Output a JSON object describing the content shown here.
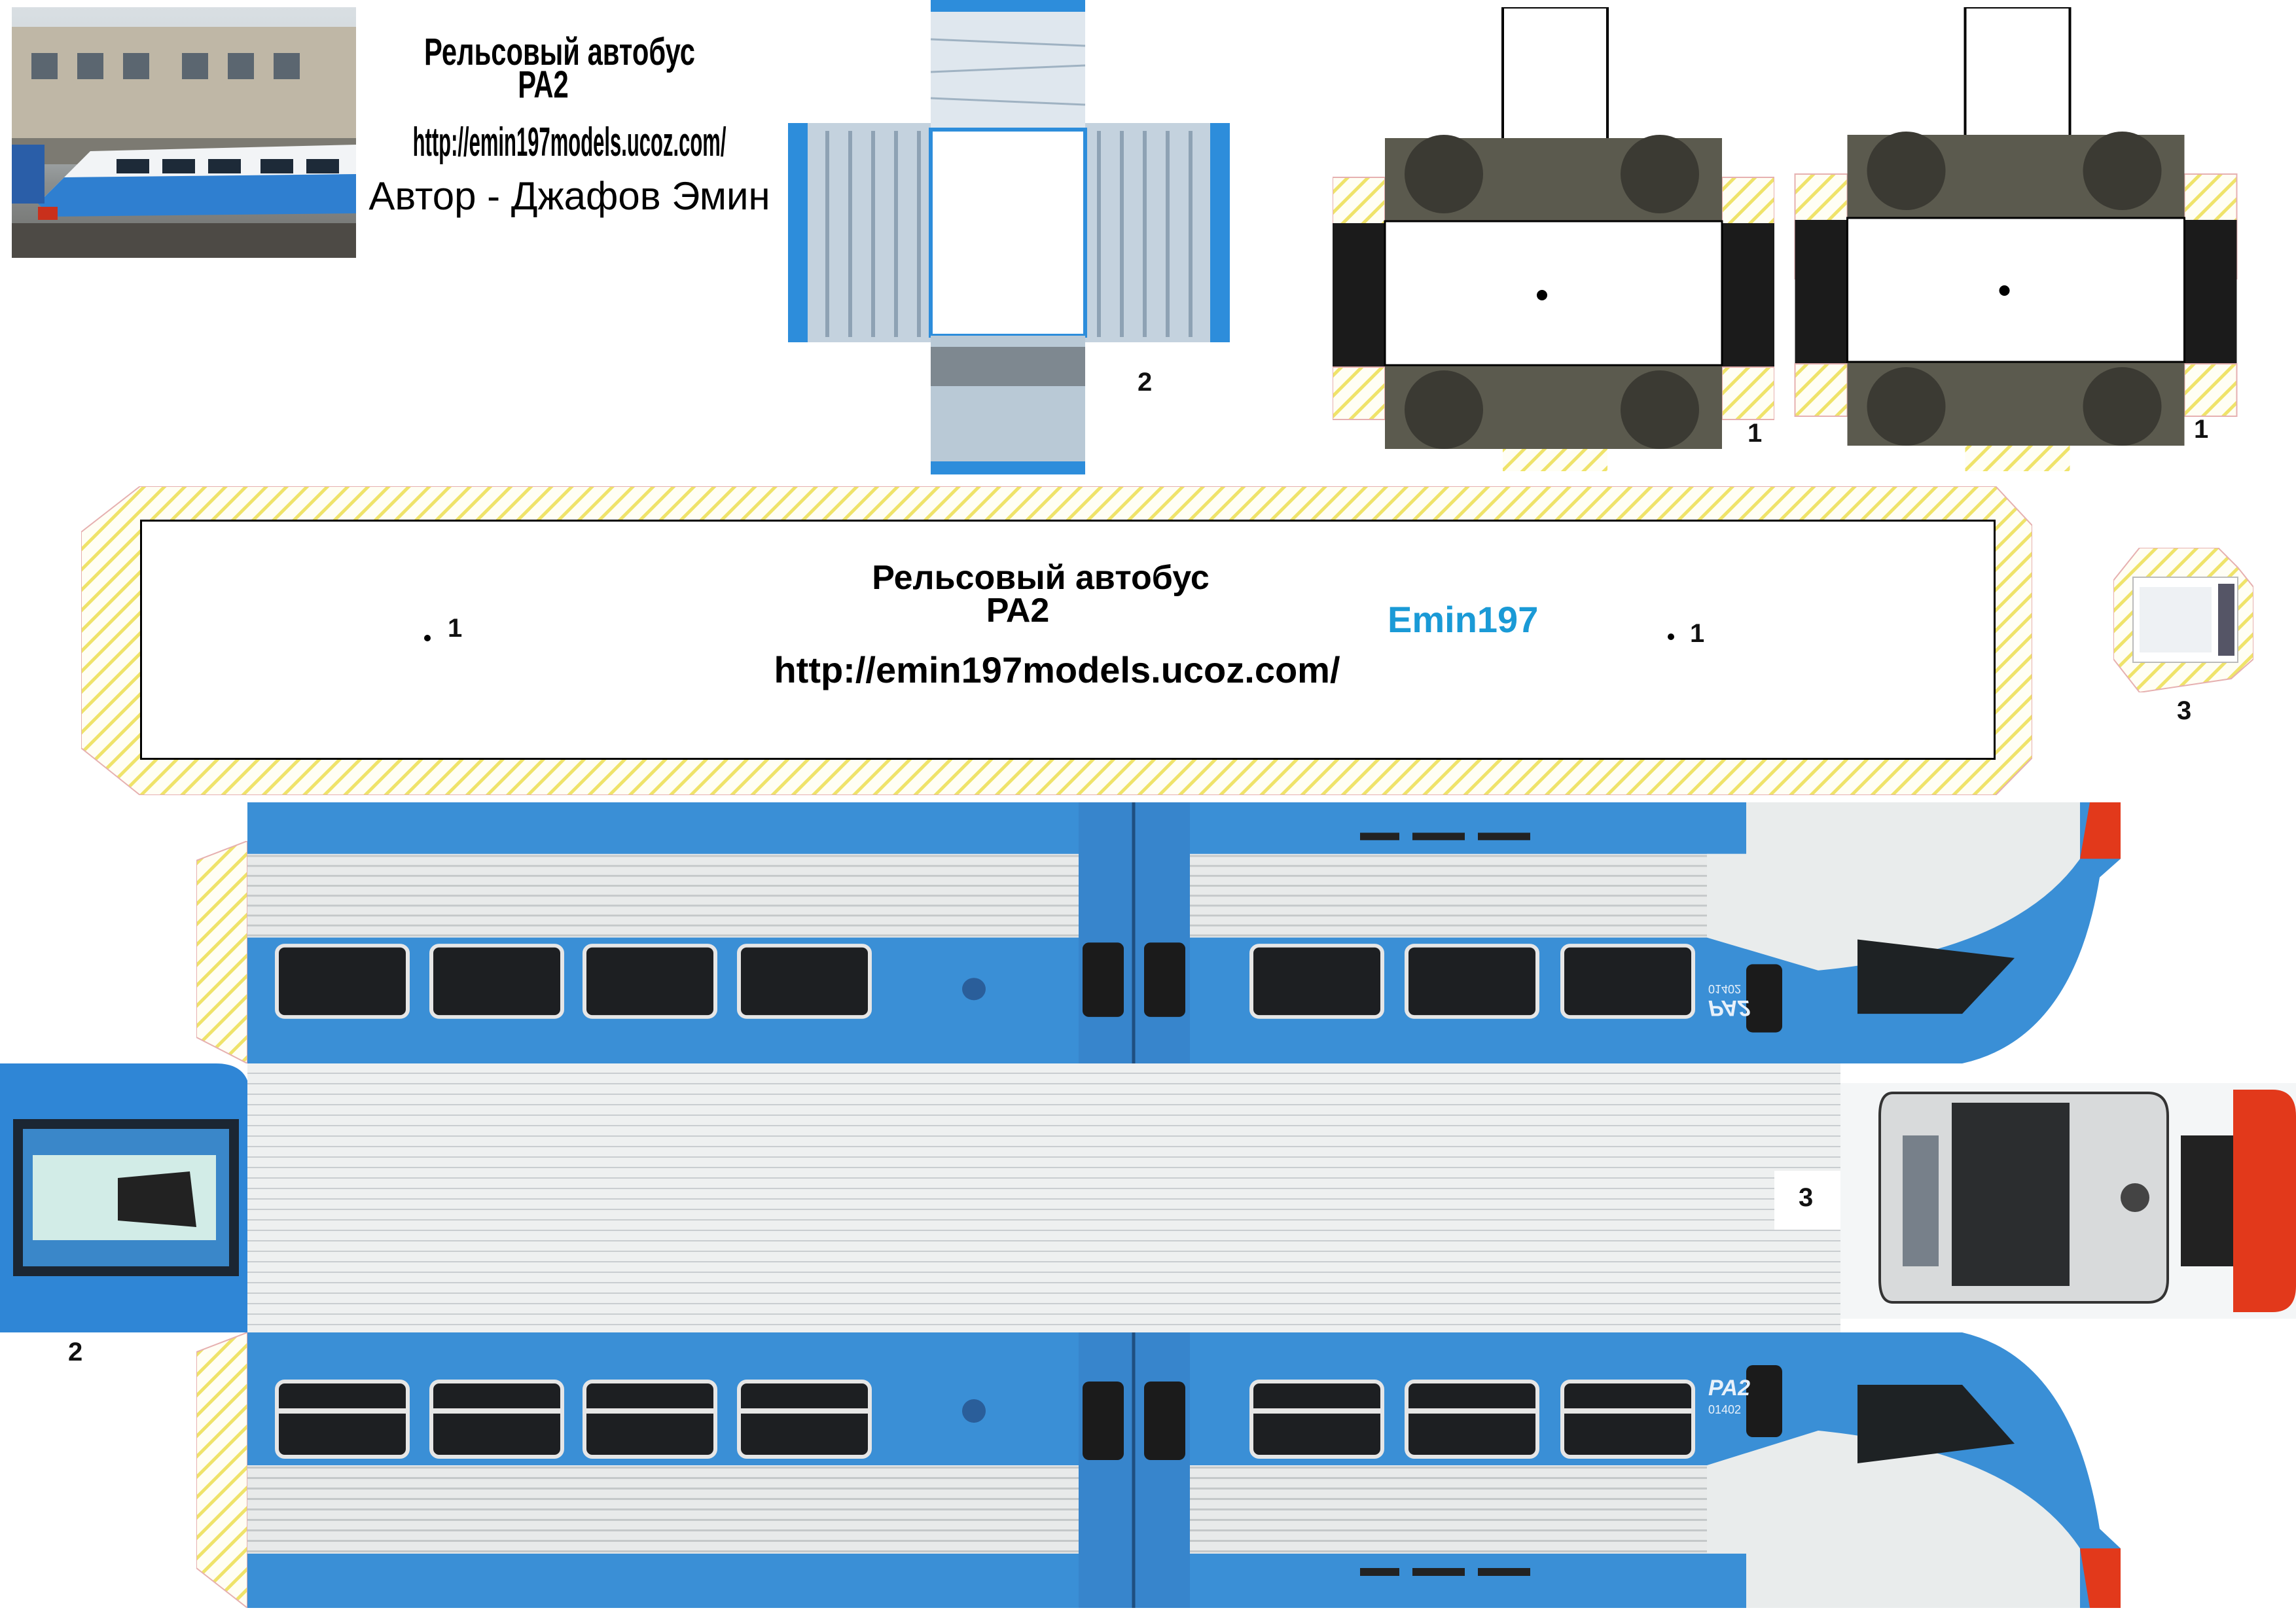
{
  "header": {
    "title": "Рельсовый автобус",
    "model": "РА2",
    "url": "http://emin197models.ucoz.com/",
    "author": "Автор - Джафов Эмин"
  },
  "roof_strip": {
    "title": "Рельсовый автобус",
    "model": "РА2",
    "url": "http://emin197models.ucoz.com/",
    "signature": "Emin197",
    "mark_left": "1",
    "mark_right": "1"
  },
  "part_labels": {
    "connector": "2",
    "bogie_1": "1",
    "bogie_2": "1",
    "cab_small": "3",
    "end_cap": "2",
    "front": "3"
  },
  "livery": {
    "model_text": "РА2",
    "number": "01402"
  },
  "colors": {
    "body_blue": "#3a8fd6",
    "signature_blue": "#1a9ad6",
    "grey_panel": "#e3e5e4",
    "tab_hatch": "#efe36a",
    "red_coupler": "#e2391b"
  }
}
